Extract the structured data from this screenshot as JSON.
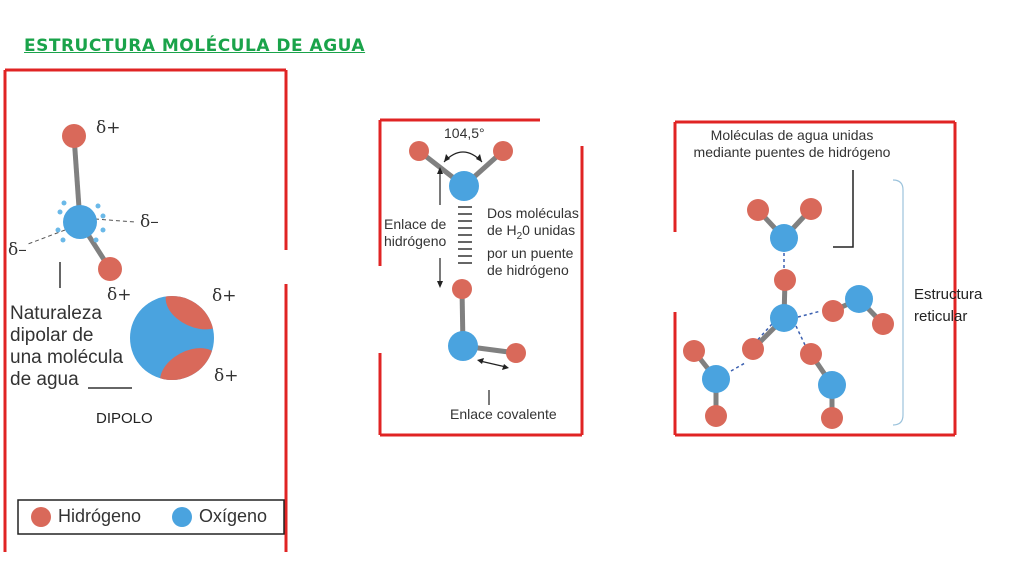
{
  "title": "ESTRUCTURA MOLÉCULA DE AGUA",
  "colors": {
    "hydrogen": "#d9695a",
    "oxygen": "#4aa3df",
    "frame": "#e02424",
    "title": "#1aa34a",
    "bond": "#808080",
    "h_bond": "#3a5fb0"
  },
  "panel1": {
    "delta_plus": "δ+",
    "delta_minus": "δ–",
    "caption_lines": [
      "Naturaleza",
      "dipolar de",
      "una molécula",
      "de agua"
    ],
    "dipolo": "DIPOLO",
    "legend": {
      "hydrogen": "Hidrógeno",
      "oxygen": "Oxígeno"
    }
  },
  "panel2": {
    "angle": "104,5°",
    "hbond_label_lines": [
      "Enlace de",
      "hidrógeno"
    ],
    "two_molecules_lines": [
      "Dos moléculas",
      "de H",
      "2",
      "0 unidas",
      "por un puente",
      "de hidrógeno"
    ],
    "covalent": "Enlace covalente"
  },
  "panel3": {
    "heading_lines": [
      "Moléculas de agua unidas",
      "mediante puentes de hidrógeno"
    ],
    "structure_lines": [
      "Estructura",
      "reticular"
    ]
  }
}
